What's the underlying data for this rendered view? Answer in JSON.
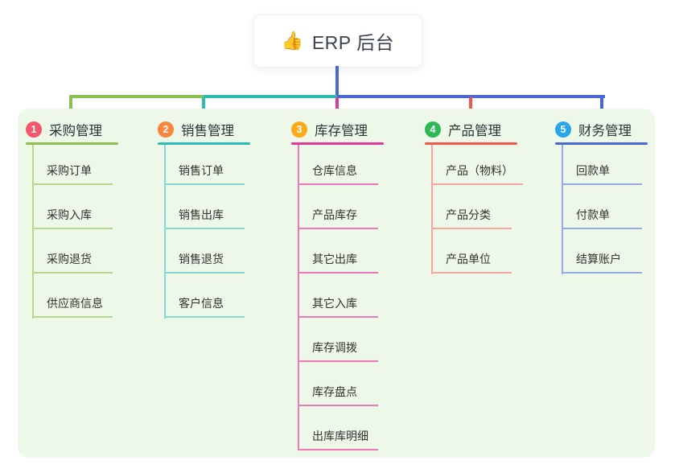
{
  "root": {
    "emoji": "👍",
    "label": "ERP 后台"
  },
  "canvas_bg": "#edf8e8",
  "connectors": {
    "stem_color": "#4968d6",
    "bus": [
      {
        "name": "bus-left",
        "color": "#8cc152"
      },
      {
        "name": "bus-mid",
        "color": "#2abdb4"
      },
      {
        "name": "bus-right",
        "color": "#4968d6"
      }
    ]
  },
  "branches": [
    {
      "badge": "1",
      "label": "采购管理",
      "badge_color": "#f4566d",
      "line_color": "#8cc152",
      "child_line_color": "#b4d98d",
      "children": [
        "采购订单",
        "采购入库",
        "采购退货",
        "供应商信息"
      ]
    },
    {
      "badge": "2",
      "label": "销售管理",
      "badge_color": "#f9863d",
      "line_color": "#2abdb4",
      "child_line_color": "#86d8d2",
      "children": [
        "销售订单",
        "销售出库",
        "销售退货",
        "客户信息"
      ]
    },
    {
      "badge": "3",
      "label": "库存管理",
      "badge_color": "#fbab19",
      "line_color": "#dc3b97",
      "child_line_color": "#ef77ba",
      "children": [
        "仓库信息",
        "产品库存",
        "其它出库",
        "其它入库",
        "库存调拨",
        "库存盘点",
        "出库库明细"
      ]
    },
    {
      "badge": "4",
      "label": "产品管理",
      "badge_color": "#2eb757",
      "line_color": "#f4574c",
      "child_line_color": "#f9a59e",
      "children": [
        "产品（物料）",
        "产品分类",
        "产品单位"
      ]
    },
    {
      "badge": "5",
      "label": "财务管理",
      "badge_color": "#29a6e8",
      "line_color": "#4968d6",
      "child_line_color": "#96a8e5",
      "children": [
        "回款单",
        "付款单",
        "结算账户"
      ]
    }
  ]
}
